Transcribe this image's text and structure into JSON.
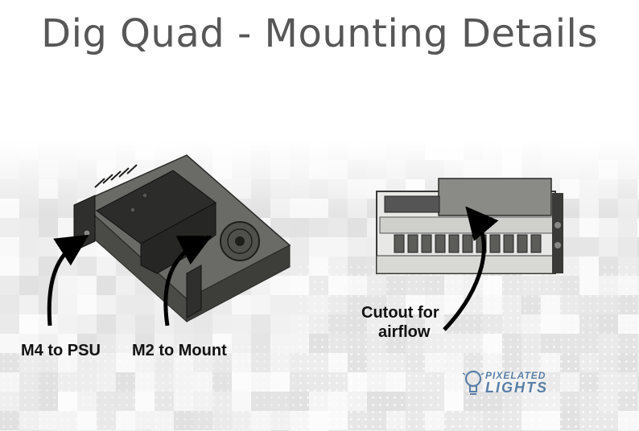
{
  "title": "Dig Quad - Mounting Details",
  "labels": {
    "m4": "M4 to PSU",
    "m2": "M2 to Mount",
    "cutout_line1": "Cutout for",
    "cutout_line2": "airflow"
  },
  "brand": {
    "line1": "PIXELATED",
    "line2": "LIGHTS"
  },
  "colors": {
    "title": "#575757",
    "brand": "#5a7fa6",
    "housing": "#3a3a38"
  }
}
